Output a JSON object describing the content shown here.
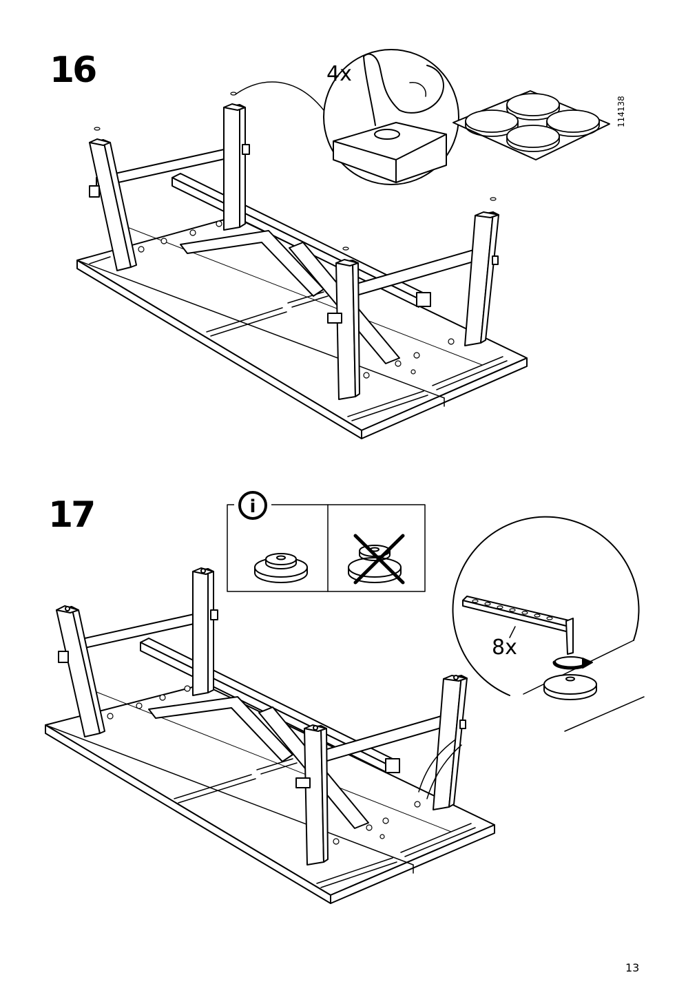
{
  "step16": {
    "number": "16",
    "quantity": "4x",
    "part_code": "114138",
    "part_icon": "felt-pad-sheet-icon"
  },
  "step17": {
    "number": "17",
    "quantity": "8x",
    "info_icon": "info-icon",
    "info_symbol": "i",
    "correct_icon": "glide-correct-icon",
    "wrong_icon": "glide-wrong-icon",
    "tool_icon": "allen-key-icon"
  },
  "page_number": "13"
}
